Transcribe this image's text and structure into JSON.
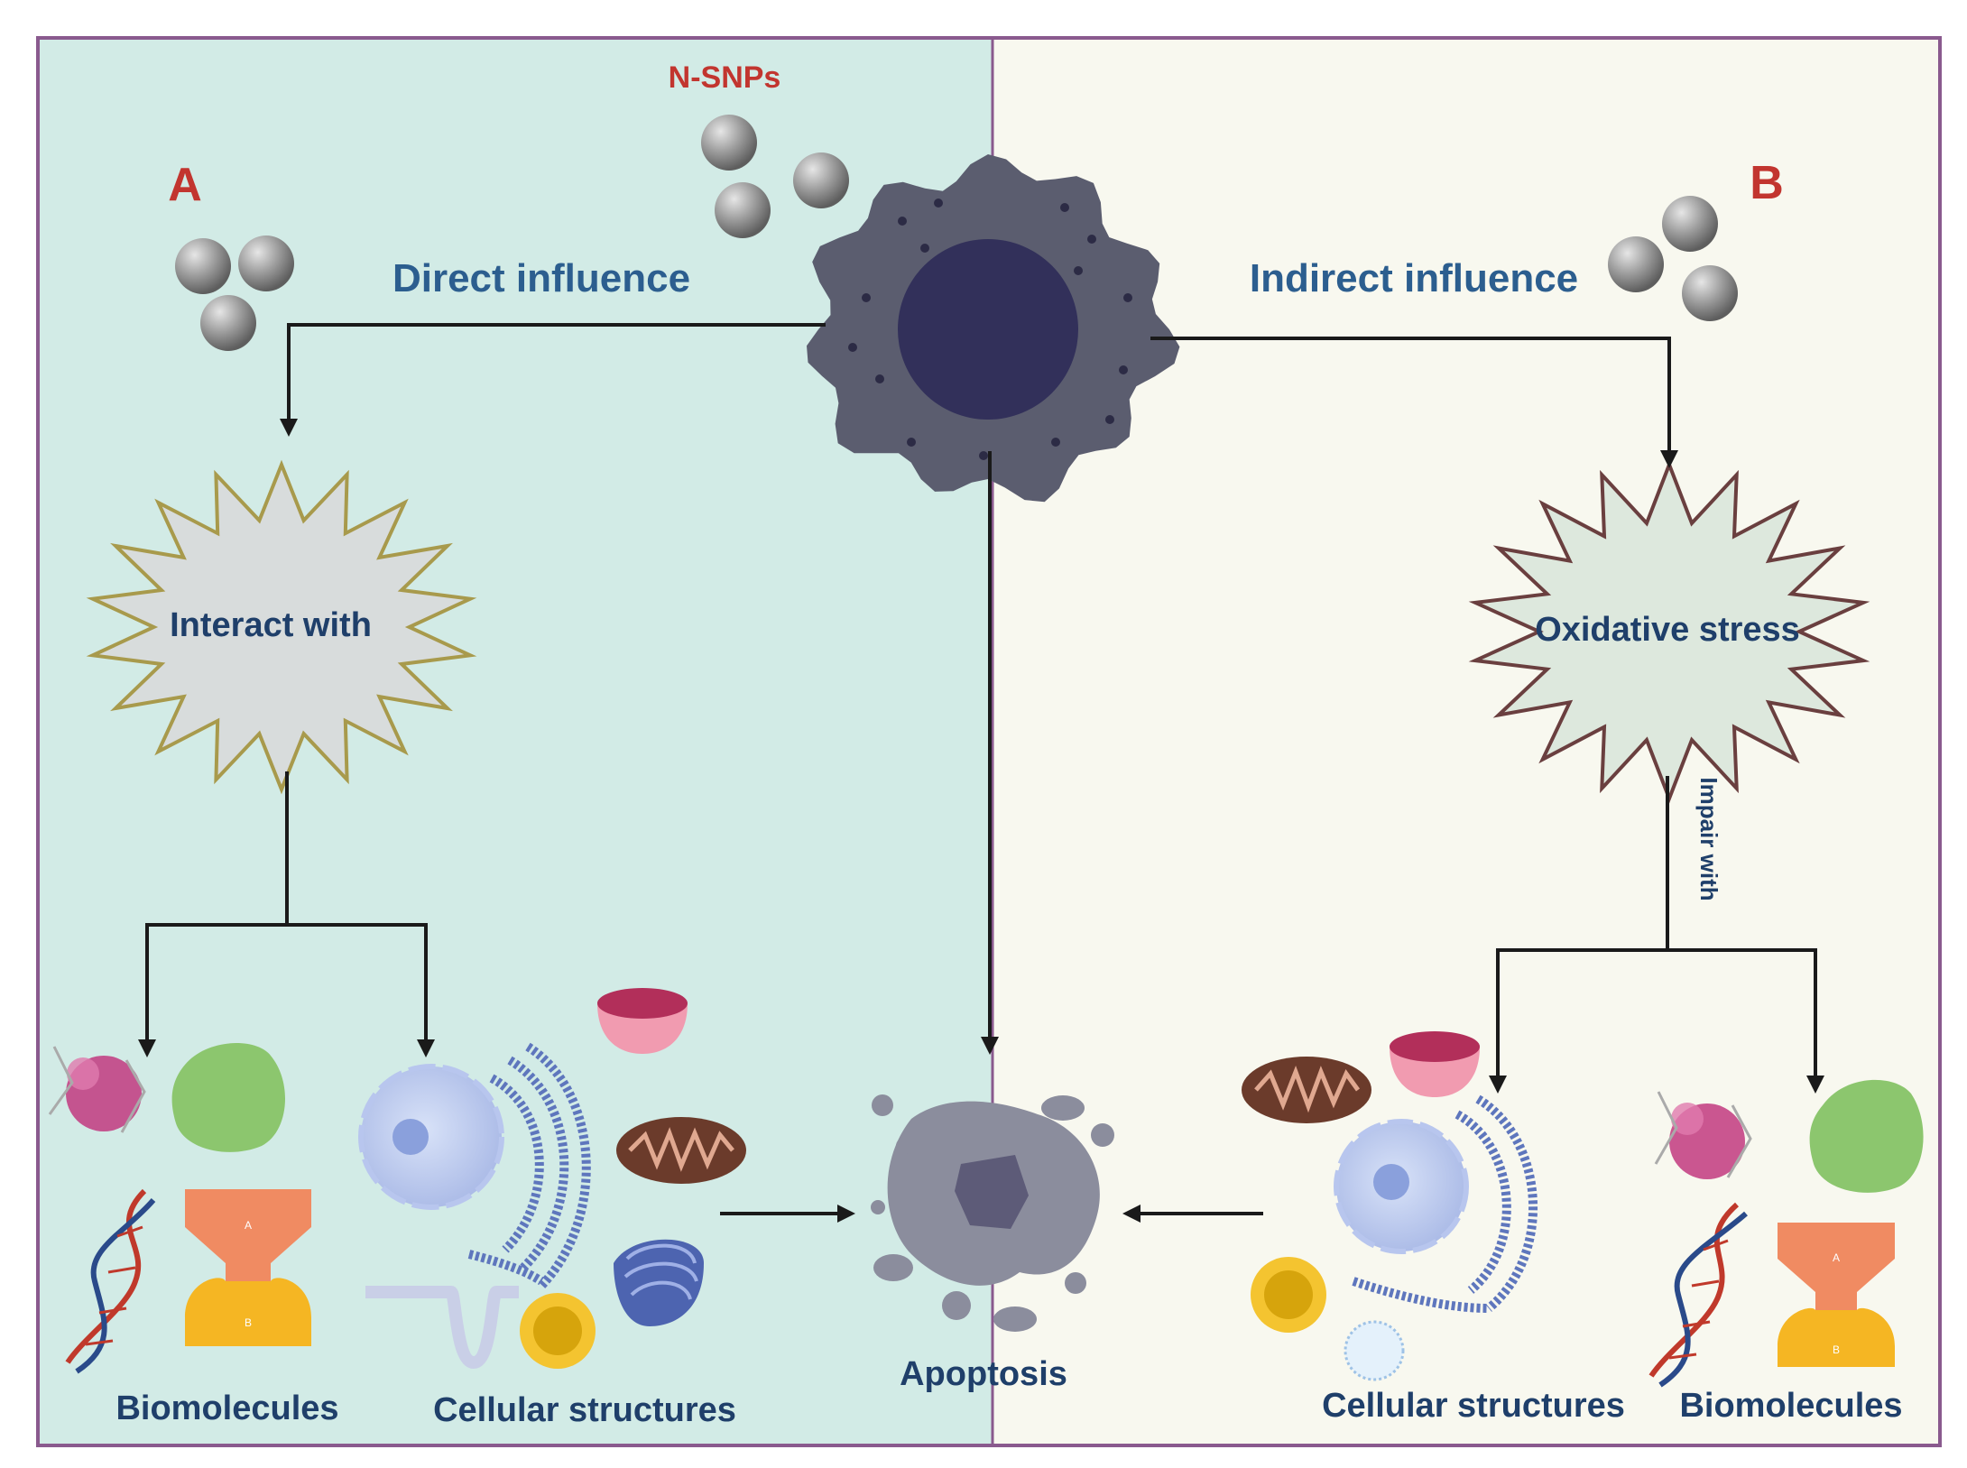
{
  "panel_a": {
    "letter": "A",
    "influence": "Direct influence",
    "interact": "Interact with",
    "biomolecules": "Biomolecules",
    "cellular": "Cellular structures",
    "bg_color": "#d2ebe6"
  },
  "panel_b": {
    "letter": "B",
    "influence": "Indirect influence",
    "stress": "Oxidative stress",
    "impair": "Impair with",
    "cellular": "Cellular structures",
    "biomolecules": "Biomolecules",
    "bg_color": "#f8f8ef"
  },
  "center": {
    "nsnps": "N-SNPs",
    "apoptosis": "Apoptosis"
  },
  "enzyme_labels": {
    "top": "A",
    "bottom": "B"
  },
  "colors": {
    "border": "#8a5a8e",
    "letter": "#c2352f",
    "heading": "#2c5e8f",
    "label": "#1f3f6a",
    "arrow": "#1a1a1a",
    "cell": "#5b5d6f",
    "nucleus": "#32305a"
  }
}
